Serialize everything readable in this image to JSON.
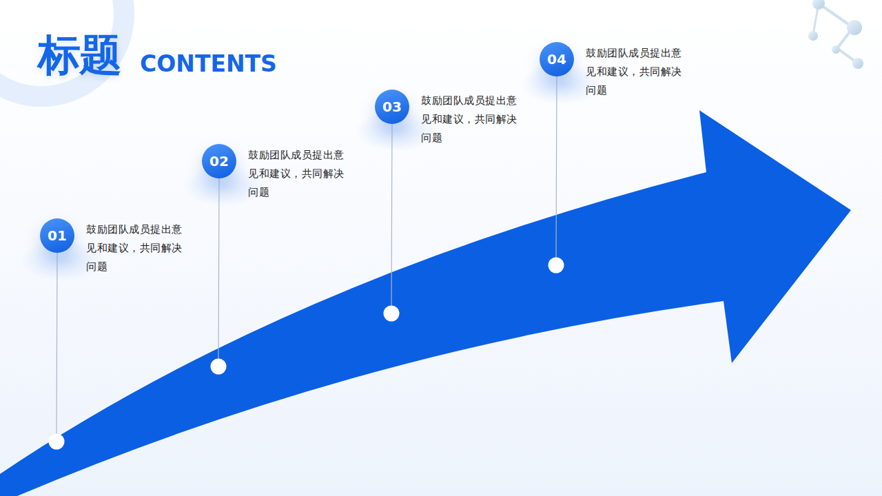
{
  "diagram": {
    "title": "标题",
    "nodes": [
      {
        "text": [
          "01",
          "鼓励团队成员提出意 见和建议，共同解决 问题"
        ]
      },
      {
        "text": [
          "02",
          "鼓励团队成员提出意 见和建议，共同解决 问题"
        ]
      },
      {
        "text": [
          "03",
          "鼓励团队成员提出意 见和建议，共同解决 问题"
        ]
      },
      {
        "text": [
          "04",
          "鼓励团队成员提出意 见和建议，共同解决 问题"
        ]
      }
    ],
    "labels": [
      "CONTENTS"
    ]
  }
}
